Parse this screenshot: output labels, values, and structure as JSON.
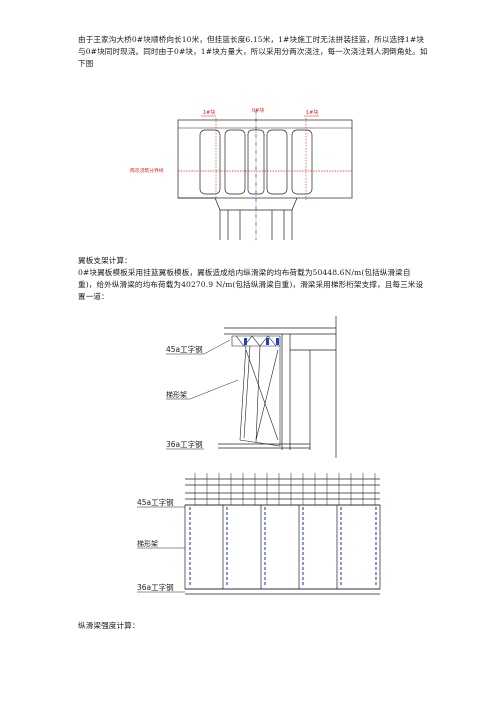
{
  "text": {
    "p1": "由于王家沟大桥0#块顺桥向长10米，但挂篮长度6.15米，1#块施工时无法拼装挂篮，所以选择1#块与0#块同时现浇。同时由于0#块，1#块方量大，所以采用分两次浇注，每一次浇注到人洞倒角处。如下图",
    "p2_title": "翼板支架计算：",
    "p2": "0#块翼板模板采用挂篮翼板模板，翼板造成给内纵滑梁的均布荷载为50448.6N/m(包括纵滑梁自重)，给外纵滑梁的均布荷载为40270.9 N/m(包括纵滑梁自重)，滑梁采用梯形桁架支撑，且每三米设置一道：",
    "p3": "纵滑梁强度计算："
  },
  "fig1": {
    "label_left": "1#块",
    "label_mid": "0#块",
    "label_right": "1#块",
    "label_pour": "两次浇筑分界线"
  },
  "fig2": {
    "label_top": "45a工字钢",
    "label_mid": "梯形架",
    "label_bot": "36a工字钢"
  },
  "fig3": {
    "label_top": "45a工字钢",
    "label_mid": "梯形架",
    "label_bot": "36a工字钢"
  },
  "colors": {
    "red": "#e0201e",
    "blue": "#1f3fd0",
    "line": "#222222"
  }
}
